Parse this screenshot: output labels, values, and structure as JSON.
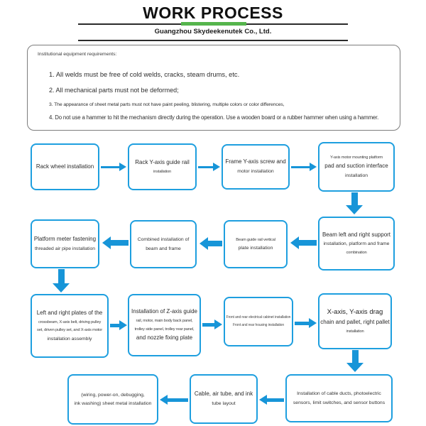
{
  "header": {
    "title": "WORK PROCESS",
    "company": "Guangzhou Skydeekenutek Co., Ltd."
  },
  "colors": {
    "accent_green": "#55b54c",
    "box_border_blue": "#1e9fdf",
    "arrow_blue": "#1795d8",
    "divider_dark": "#2b2b2b",
    "panel_border_gray": "#7d7d7d"
  },
  "requirements": {
    "heading": "Institutional equipment requirements:",
    "items": [
      "1. All welds must be free of cold welds, cracks, steam drums, etc.",
      "2. All mechanical parts must not be deformed;",
      "3. The appearance of sheet metal parts must not have paint peeling, blistering, multiple colors or color differences,",
      "4. Do not use a hammer to hit the mechanism directly during the operation. Use a wooden board or a rubber hammer when using a hammer."
    ]
  },
  "flowchart": {
    "boxes": [
      {
        "name": "rack-wheel",
        "lines": [
          "Rack wheel installation"
        ]
      },
      {
        "name": "rack-y-axis-guide-rail",
        "lines": [
          "Rack Y-axis guide rail",
          "installation"
        ]
      },
      {
        "name": "frame-y-axis-screw",
        "lines": [
          "Frame Y-axis screw and",
          "motor installation"
        ]
      },
      {
        "name": "suction-interface",
        "lines": [
          "Y-axis motor mounting platform",
          "pad and suction interface",
          "installation"
        ]
      },
      {
        "name": "beam-support",
        "lines": [
          "Beam left and right support",
          "installation, platform and frame",
          "combination"
        ]
      },
      {
        "name": "beam-vertical-plate",
        "lines": [
          "Beam guide rail vertical",
          "plate installation"
        ]
      },
      {
        "name": "beam-frame-combined",
        "lines": [
          "Combined installation of",
          "beam and frame"
        ]
      },
      {
        "name": "platform-meter",
        "lines": [
          "Platform meter fastening",
          "threaded air pipe installation"
        ]
      },
      {
        "name": "crossbeam-plates",
        "lines": [
          "Left and right plates of the",
          "crossbeam, X-axis belt, driving pulley",
          "set, driven pulley set, and X-axis motor",
          "installation assembly"
        ]
      },
      {
        "name": "z-axis-guide",
        "lines": [
          "Installation of Z-axis guide",
          "rail, motor, main body back panel,",
          "trolley side panel, trolley rear panel,",
          "and nozzle fixing plate"
        ]
      },
      {
        "name": "electrical-cabinet",
        "lines": [
          "Front and rear electrical cabinet installation",
          "Front and rear housing installation"
        ]
      },
      {
        "name": "drag-chain",
        "lines": [
          "X-axis, Y-axis drag",
          "chain and pallet, right pallet",
          "installation"
        ]
      },
      {
        "name": "cable-ducts",
        "lines": [
          "Installation of cable ducts, photoelectric",
          "sensors, limit switches, and sensor buttons"
        ]
      },
      {
        "name": "cable-layout",
        "lines": [
          "Cable, air tube, and ink",
          "tube layout"
        ]
      },
      {
        "name": "sheet-metal",
        "lines": [
          "(wiring, power-on, debugging,",
          "ink washing) sheet metal installation"
        ]
      }
    ]
  }
}
